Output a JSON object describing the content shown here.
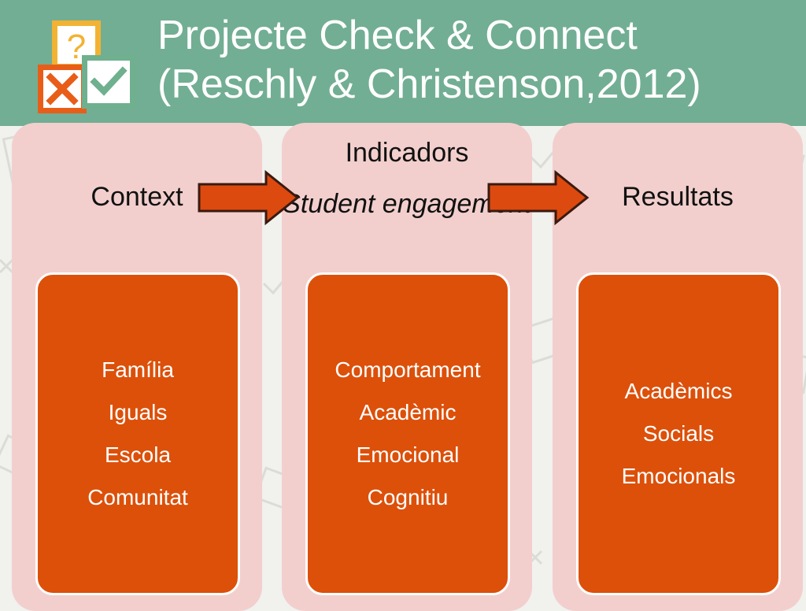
{
  "title": {
    "line1": "Projecte Check & Connect",
    "line2": "(Reschly & Christenson,2012)"
  },
  "logo": {
    "question_mark": "?"
  },
  "columns": [
    {
      "label": "Context",
      "items": [
        "Família",
        "Iguals",
        "Escola",
        "Comunitat"
      ]
    },
    {
      "label": "Indicadors",
      "sublabel": "Student engagement",
      "items": [
        "Comportament",
        "Acadèmic",
        "Emocional",
        "Cognitiu"
      ]
    },
    {
      "label": "Resultats",
      "items": [
        "Acadèmics",
        "Socials",
        "Emocionals"
      ]
    }
  ],
  "colors": {
    "header": "#72ae93",
    "column_bg": "#f2cfcd",
    "box_orange": "#dc500a",
    "arrow_fill": "#dc4a10",
    "logo_yellow": "#f2b233",
    "logo_orange": "#e85e19",
    "logo_green": "#6fb08f"
  }
}
